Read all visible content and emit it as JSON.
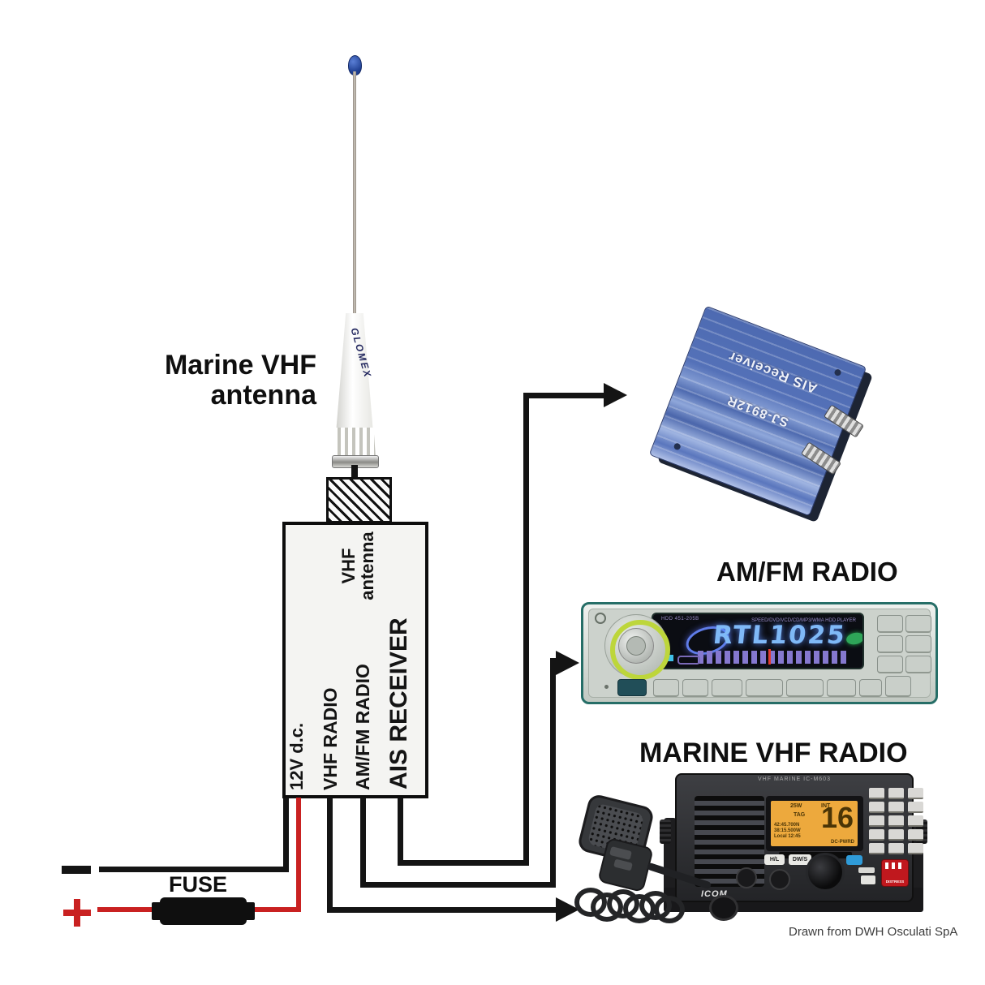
{
  "labels": {
    "antenna_line1": "Marine VHF",
    "antenna_line2": "antenna",
    "amfm_title": "AM/FM RADIO",
    "vhf_title": "MARINE VHF RADIO",
    "fuse": "FUSE",
    "caption": "Drawn from DWH Osculati SpA"
  },
  "power": {
    "plus_symbol": "+",
    "minus_symbol": "−"
  },
  "antenna": {
    "brand": "GLOMEX"
  },
  "splitter": {
    "title": "AIS RECEIVER",
    "port_power": "12V d.c.",
    "port_vhf": "VHF RADIO",
    "port_amfm": "AM/FM RADIO",
    "ant_line1": "VHF",
    "ant_line2": "antenna"
  },
  "ais_unit": {
    "name": "AIS Receiver",
    "model": "SJ-8912R"
  },
  "stereo": {
    "display_text": "RTL1025",
    "model_text": "HDD 451-205B",
    "banner_text": "SPEED/DVD/VCD/CD/MP3/WMA HDD PLAYER"
  },
  "vhf_radio": {
    "model_text": "VHF MARINE IC-M603",
    "brand": "ICOM",
    "power": "25W",
    "mode": "INT",
    "tag": "TAG",
    "channel": "16",
    "coord1": "42:45.700N",
    "coord2": "38:15.500W",
    "coord3": "Local 12:45",
    "status": "DC-PWRD",
    "btn_hl": "H/L",
    "btn_dw": "DW/S",
    "distress": "DISTRESS"
  },
  "colors": {
    "wire_black": "#141414",
    "wire_red": "#c92121",
    "ais_unit_blue": "#4f6bb0",
    "lcd_amber": "#eda93d",
    "stereo_trim_teal": "#266e67",
    "stereo_display_blue": "#7fb9f7",
    "knob_ring_lime": "#bdd63b",
    "distress_red": "#c0181e"
  }
}
